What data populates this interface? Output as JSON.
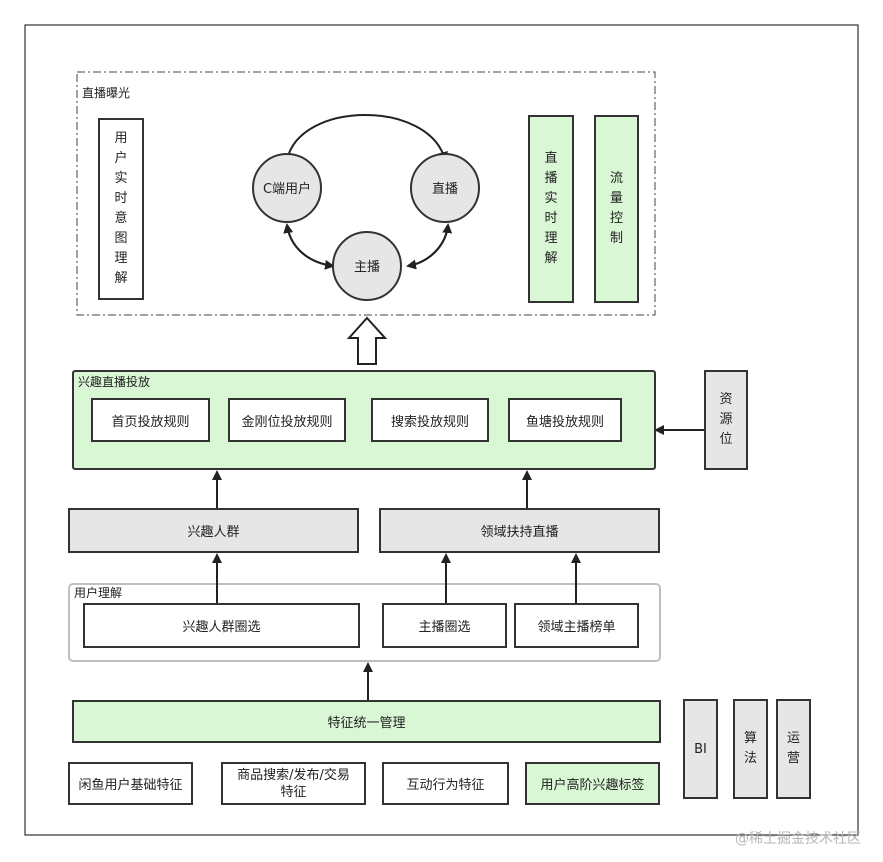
{
  "live_exposure": {
    "title": "直播曝光",
    "intent_box": [
      "用",
      "户",
      "实",
      "时",
      "意",
      "图",
      "理",
      "解"
    ],
    "nodes": {
      "c_user": "C端用户",
      "live": "直播",
      "anchor": "主播"
    },
    "live_understanding": [
      "直",
      "播",
      "实",
      "时",
      "理",
      "解"
    ],
    "traffic_control": [
      "流",
      "量",
      "控",
      "制"
    ]
  },
  "delivery": {
    "title": "兴趣直播投放",
    "rules": [
      "首页投放规则",
      "金刚位投放规则",
      "搜索投放规则",
      "鱼塘投放规则"
    ],
    "resource_slot": [
      "资",
      "源",
      "位"
    ]
  },
  "middle": {
    "interest_crowd": "兴趣人群",
    "domain_support": "领域扶持直播"
  },
  "user_understanding": {
    "title": "用户理解",
    "crowd_select": "兴趣人群圈选",
    "anchor_select": "主播圈选",
    "domain_ranking": "领域主播榜单"
  },
  "feature_mgmt": "特征统一管理",
  "features": {
    "f1": "闲鱼用户基础特征",
    "f2_line1": "商品搜索/发布/交易",
    "f2_line2": "特征",
    "f3": "互动行为特征",
    "f4": "用户高阶兴趣标签"
  },
  "side": {
    "bi": "BI",
    "algo": [
      "算",
      "法"
    ],
    "ops": [
      "运",
      "营"
    ]
  },
  "watermark": "@稀土掘金技术社区"
}
